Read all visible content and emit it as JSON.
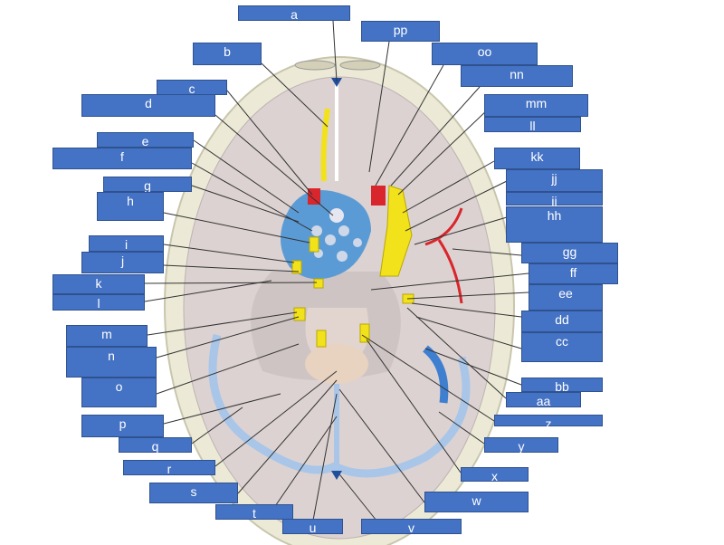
{
  "labels": [
    "a",
    "pp",
    "b",
    "oo",
    "nn",
    "c",
    "d",
    "mm",
    "ll",
    "e",
    "kk",
    "f",
    "jj",
    "ii",
    "g",
    "h",
    "hh",
    "i",
    "gg",
    "j",
    "ff",
    "k",
    "l",
    "ee",
    "dd",
    "m",
    "cc",
    "n",
    "o",
    "bb",
    "aa",
    "p",
    "z",
    "q",
    "y",
    "r",
    "x",
    "s",
    "w",
    "t",
    "u",
    "v"
  ],
  "colors": {
    "box": "#4472c4",
    "box_border": "#2f528f",
    "nerve": "#f2e21b",
    "artery": "#d9262c",
    "sinus": "#5b9bd5",
    "bone": "#ecead6",
    "dura": "#d9cfcf"
  }
}
